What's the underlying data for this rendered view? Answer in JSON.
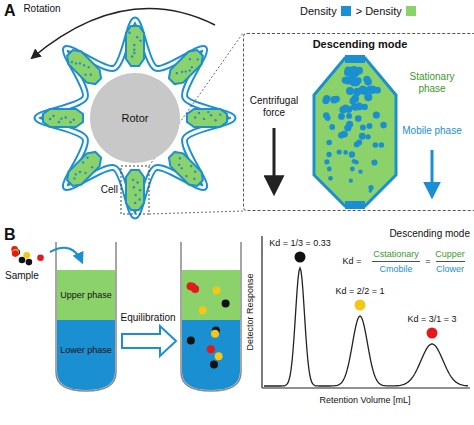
{
  "diagram": {
    "nodes": [
      {
        "text": [
          "Rotor"
        ]
      },
      {
        "text": [
          "Descending mode"
        ]
      }
    ],
    "labels": [
      "A",
      "Rotation",
      "Cell",
      "Stationary phase",
      "Mobile phase",
      "Centrifugal force",
      "B",
      "Sample",
      "Upper phase",
      "Lower phase",
      "Equilibration",
      "Descending mode",
      "Kd =",
      "Cstationary",
      "Cmobile",
      "=",
      "Cupper",
      "Clower",
      "Kd = 1/3 = 0.33",
      "Kd = 2/2 = 1",
      "Kd = 3/1 = 3",
      "Detector Response",
      "Retention Volume [mL]"
    ],
    "legend": [
      {
        "text": "Density",
        "color": "#1a8fd1"
      },
      {
        "text": "> Density",
        "color": "#8cd26a"
      }
    ]
  }
}
